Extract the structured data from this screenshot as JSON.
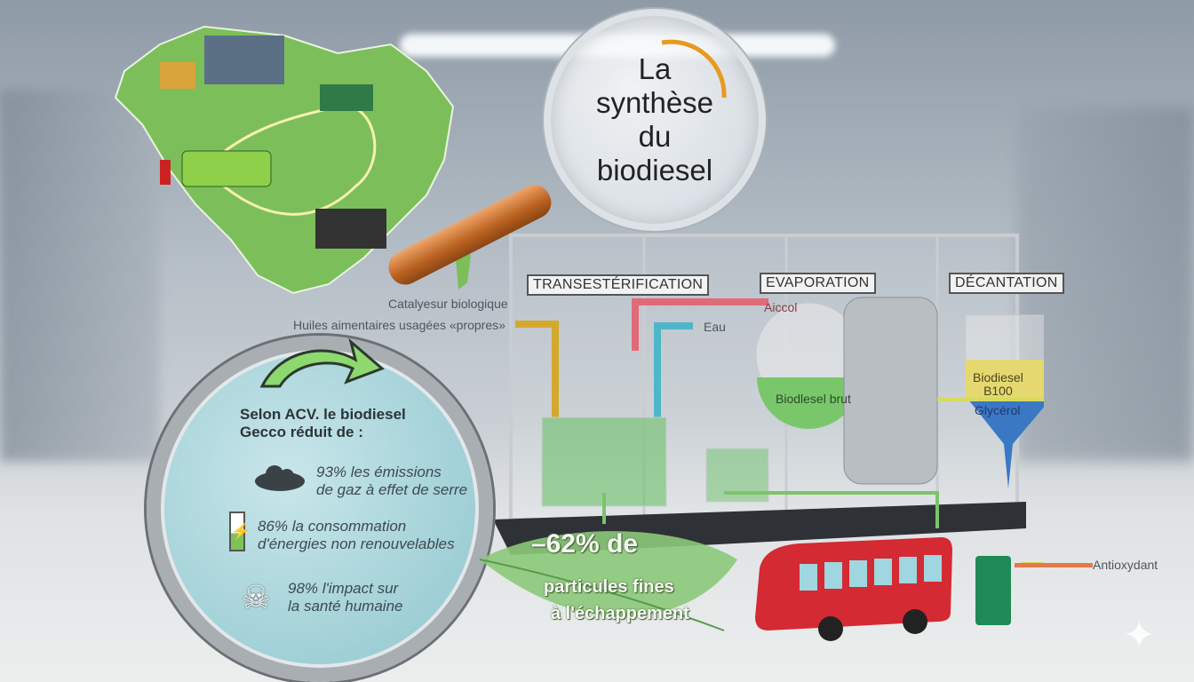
{
  "title": {
    "line1": "La",
    "line2": "synthèse",
    "line3": "du",
    "line4": "biodiesel"
  },
  "stages": {
    "transesterification": "TRANSESTÉRIFICATION",
    "evaporation": "EVAPORATION",
    "decantation": "DÉCANTATION"
  },
  "inputs": {
    "catalyst": "Catalyesur biologique",
    "oils": "Huiles aimentaires usagées «propres»",
    "water": "Eau",
    "alcohol": "Aiccol",
    "antioxidant": "Antioxydant"
  },
  "products": {
    "raw": "Biodlesel brut",
    "b100_l1": "Biodiesel",
    "b100_l2": "B100",
    "glycerol": "Glycérol"
  },
  "acv": {
    "heading_l1": "Selon ACV. le biodiesel",
    "heading_l2": "Gecco réduit de :",
    "stats": [
      {
        "icon": "cloud-icon",
        "l1": "93% les émissions",
        "l2": "de gaz à effet de serre"
      },
      {
        "icon": "battery-icon",
        "l1": "86% la consommation",
        "l2": "d'énergies non renouvelables"
      },
      {
        "icon": "skull-icon",
        "l1": "98% l'impact sur",
        "l2": "la santé humaine"
      }
    ]
  },
  "leaf": {
    "l1": "–62% de",
    "l2": "particules fines",
    "l3": "à l'échappement"
  },
  "colors": {
    "oil": "#d4a82a",
    "water": "#4fb6c9",
    "alcohol": "#e06a78",
    "green": "#6cc26a",
    "b100": "#e5d870",
    "glycerol": "#3a78c4",
    "bus": "#d42a33"
  }
}
